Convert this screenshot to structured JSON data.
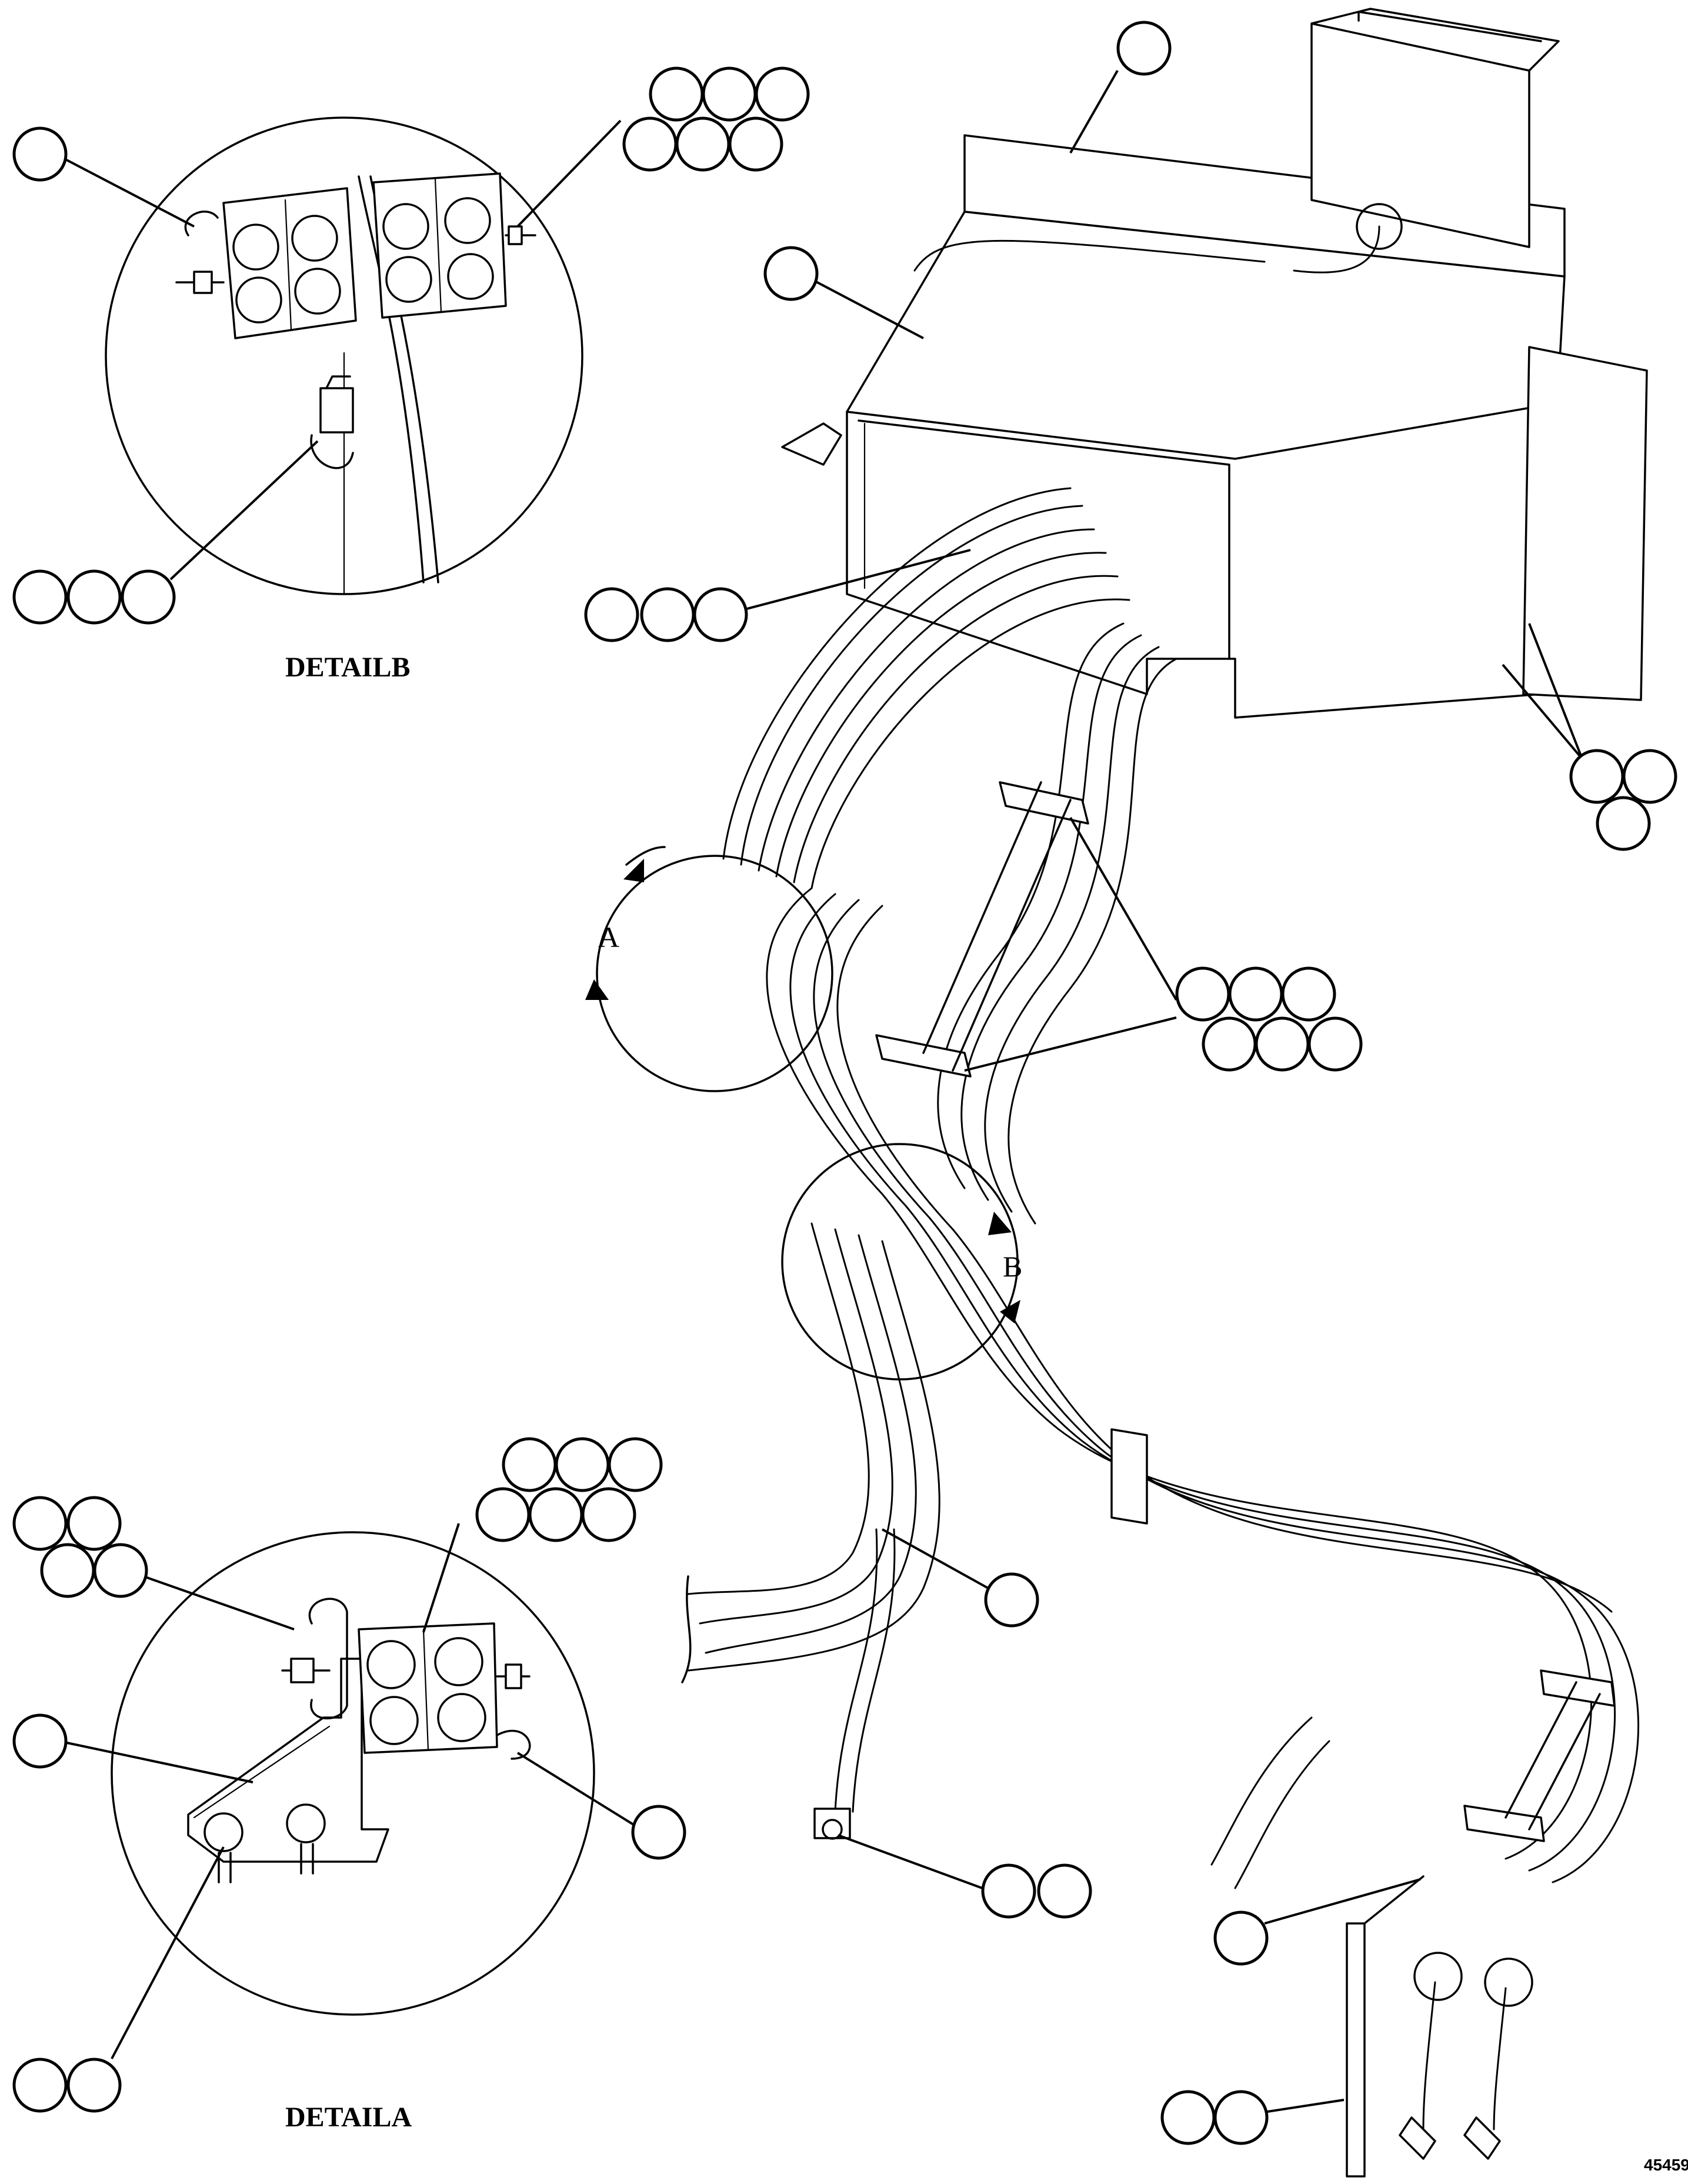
{
  "detail_b": {
    "title": "DETAILB"
  },
  "detail_a": {
    "title": "DETAILA"
  },
  "view_arrows": {
    "a": "A",
    "b": "B"
  },
  "figure_number": "45459",
  "callout_groups": [
    {
      "id": "box-top-lid",
      "count": 1
    },
    {
      "id": "box-housing",
      "count": 1
    },
    {
      "id": "box-mount-nuts",
      "count": 3
    },
    {
      "id": "clamp-row-mid",
      "count": 6
    },
    {
      "id": "clamp-row-upper",
      "count": 3
    },
    {
      "id": "cable-p-clamp",
      "count": 1
    },
    {
      "id": "ground-lug",
      "count": 2
    },
    {
      "id": "bracket-lower-right",
      "count": 1
    },
    {
      "id": "bracket-bolts-lower-right",
      "count": 2
    },
    {
      "id": "detail-b-clip",
      "count": 1
    },
    {
      "id": "detail-b-block",
      "count": 6
    },
    {
      "id": "detail-b-bolt",
      "count": 3
    },
    {
      "id": "detail-a-clip",
      "count": 4
    },
    {
      "id": "detail-a-block",
      "count": 6
    },
    {
      "id": "detail-a-bracket",
      "count": 1
    },
    {
      "id": "detail-a-clamp-right",
      "count": 1
    },
    {
      "id": "detail-a-bolts",
      "count": 2
    }
  ]
}
